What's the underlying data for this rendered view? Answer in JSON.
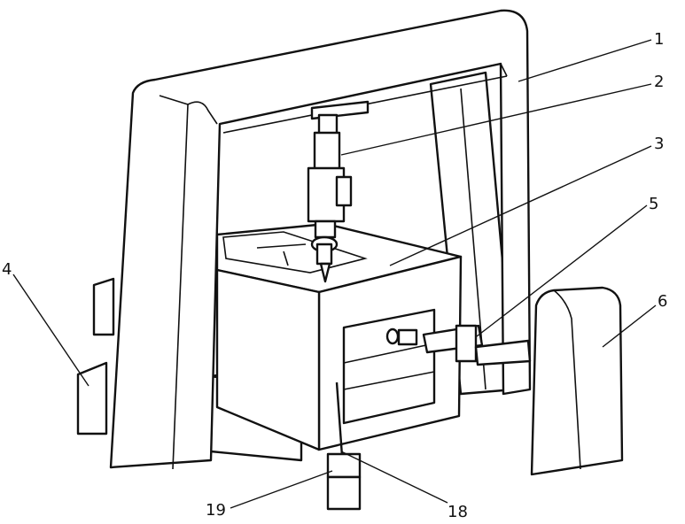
{
  "labels": [
    {
      "id": "1",
      "text": "1"
    },
    {
      "id": "2",
      "text": "2"
    },
    {
      "id": "3",
      "text": "3"
    },
    {
      "id": "4",
      "text": "4"
    },
    {
      "id": "5",
      "text": "5"
    },
    {
      "id": "6",
      "text": "6"
    },
    {
      "id": "19",
      "text": "19"
    },
    {
      "id": "18",
      "text": "18"
    }
  ],
  "colors": {
    "stroke": "#111111",
    "fill": "#ffffff"
  }
}
